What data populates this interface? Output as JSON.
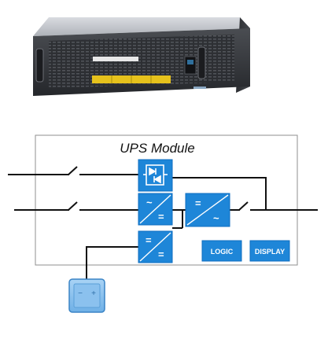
{
  "diagram": {
    "title": "UPS Module",
    "labels": {
      "logic": "LOGIC",
      "display": "DISPLAY",
      "battery_minus": "−",
      "battery_plus": "+"
    },
    "colors": {
      "block_blue": "#1e86d8",
      "block_blue_dark": "#0f6ec0",
      "battery_fill": "#8bc1ee",
      "battery_stroke": "#3a84c6",
      "line": "#111111",
      "frame": "#8f8f8f"
    },
    "icons": {
      "static_switch": "thyristor-bypass-icon",
      "rectifier": "ac-dc-converter-icon",
      "charger": "dc-dc-converter-icon",
      "inverter": "dc-ac-converter-icon",
      "battery": "battery-icon"
    }
  }
}
